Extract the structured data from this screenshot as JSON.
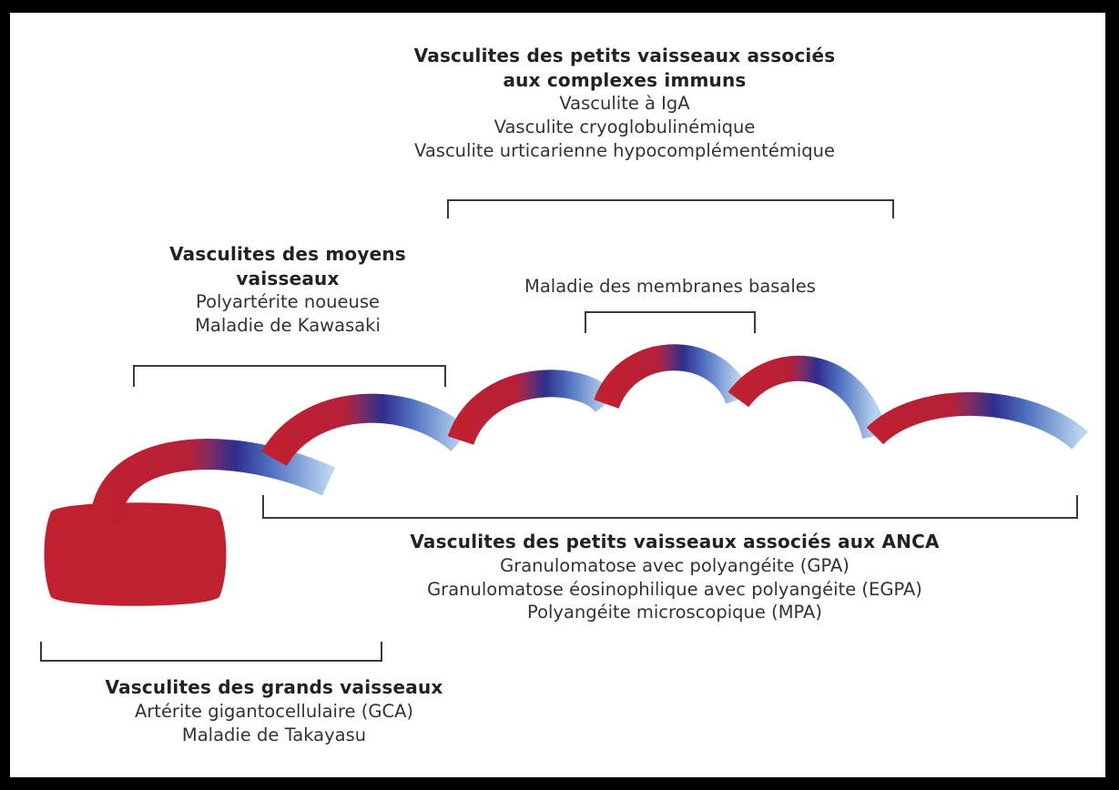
{
  "groups": {
    "immune_complex": {
      "title_line1": "Vasculites des petits vaisseaux associés",
      "title_line2": "aux complexes immuns",
      "items": [
        "Vasculite à IgA",
        "Vasculite cryoglobulinémique",
        "Vasculite urticarienne hypocomplémentémique"
      ]
    },
    "medium": {
      "title_line1": "Vasculites des moyens",
      "title_line2": "vaisseaux",
      "items": [
        "Polyartérite noueuse",
        "Maladie de Kawasaki"
      ]
    },
    "basement": {
      "title": "Maladie des membranes basales"
    },
    "anca": {
      "title": "Vasculites des petits vaisseaux associés aux ANCA",
      "items": [
        "Granulomatose avec polyangéite (GPA)",
        "Granulomatose éosinophilique avec polyangéite (EGPA)",
        "Polyangéite microscopique (MPA)"
      ]
    },
    "large": {
      "title": "Vasculites des grands vaisseaux",
      "items": [
        "Artérite gigantocellulaire (GCA)",
        "Maladie de Takayasu"
      ]
    }
  },
  "colors": {
    "vessel_start": "#c0202f",
    "vessel_mid": "#7a2b70",
    "vessel_deep": "#2e2e8c",
    "vessel_end": "#a8c8ec",
    "bracket": "#3a3a3a"
  }
}
